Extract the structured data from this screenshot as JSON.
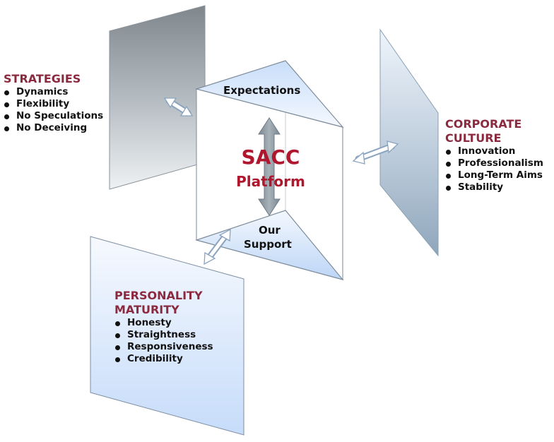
{
  "colors": {
    "heading": "#8b2a3f",
    "center": "#b0172e",
    "panel_blue": "#d6e6fb",
    "panel_gray": "#9aa3a9",
    "arrow_fill": "#ffffff",
    "arrow_stroke": "#8aa4c0",
    "center_arrow": "#8d99a3"
  },
  "center": {
    "title": "SACC",
    "subtitle": "Platform",
    "top_label": "Expectations",
    "bottom_label_line1": "Our",
    "bottom_label_line2": "Support"
  },
  "strategies": {
    "heading": "STRATEGIES",
    "items": [
      "Dynamics",
      "Flexibility",
      "No Speculations",
      "No Deceiving"
    ]
  },
  "corporate_culture": {
    "heading_line1": "CORPORATE",
    "heading_line2": "CULTURE",
    "items": [
      "Innovation",
      "Professionalism",
      "Long-Term Aims",
      "Stability"
    ]
  },
  "personality_maturity": {
    "heading_line1": "PERSONALITY",
    "heading_line2": "MATURITY",
    "items": [
      "Honesty",
      "Straightness",
      "Responsiveness",
      "Credibility"
    ]
  }
}
